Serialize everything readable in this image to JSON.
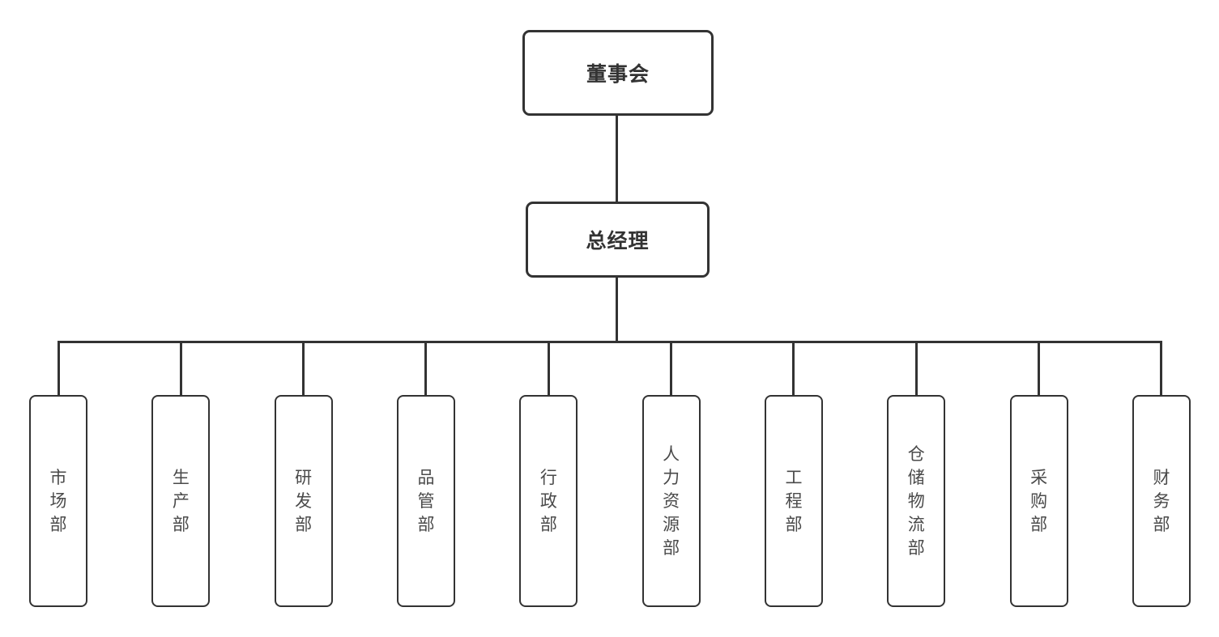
{
  "chart_type": "org-chart",
  "colors": {
    "background": "#ffffff",
    "node_border": "#333333",
    "connector_line": "#333333",
    "title_text": "#333333",
    "department_text": "#4a4a4a"
  },
  "nodes": {
    "root": {
      "label": "董事会"
    },
    "manager": {
      "label": "总经理"
    }
  },
  "departments": [
    {
      "label": "市场部"
    },
    {
      "label": "生产部"
    },
    {
      "label": "研发部"
    },
    {
      "label": "品管部"
    },
    {
      "label": "行政部"
    },
    {
      "label": "人力资源部"
    },
    {
      "label": "工程部"
    },
    {
      "label": "仓储物流部"
    },
    {
      "label": "采购部"
    },
    {
      "label": "财务部"
    }
  ]
}
